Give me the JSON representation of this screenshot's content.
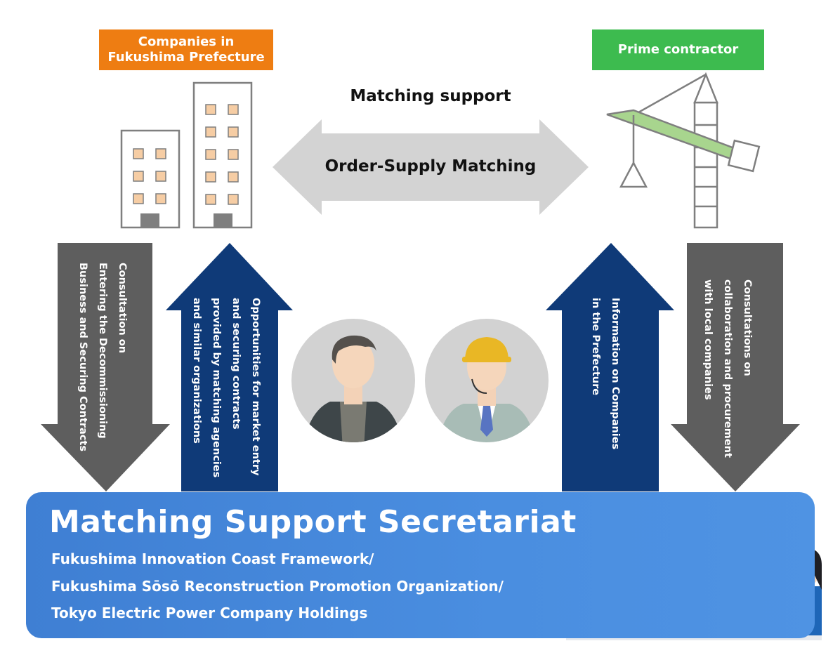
{
  "labels": {
    "companies_line1": "Companies in",
    "companies_line2": "Fukushima Prefecture",
    "prime_contractor": "Prime contractor"
  },
  "center": {
    "matching_support": "Matching support",
    "order_supply": "Order-Supply Matching"
  },
  "arrows": {
    "consultation_entering": [
      "Consultation on",
      "Entering the Decommissioning",
      "Business and Securing Contracts"
    ],
    "opportunities": [
      "Opportunities for market entry",
      "and securing contracts",
      "provided by matching agencies",
      "and similar organizations"
    ],
    "information_companies": [
      "Information on Companies",
      "in the Prefecture"
    ],
    "consultations_collab": [
      "Consultations on",
      "collaboration and procurement",
      "with local companies"
    ]
  },
  "secretariat": {
    "title": "Matching Support Secretariat",
    "line1": "Fukushima Innovation Coast Framework/",
    "line2": "Fukushima Sōsō Reconstruction Promotion Organization/",
    "line3": "Tokyo Electric Power Company Holdings"
  },
  "colors": {
    "orange": "#ee7d12",
    "green": "#3dbb4f",
    "gray_arrow": "#5e5e5e",
    "navy_arrow": "#0f3a78",
    "center_arrow": "#d3d3d3",
    "secretariat_blue": "#4a8ee0"
  }
}
